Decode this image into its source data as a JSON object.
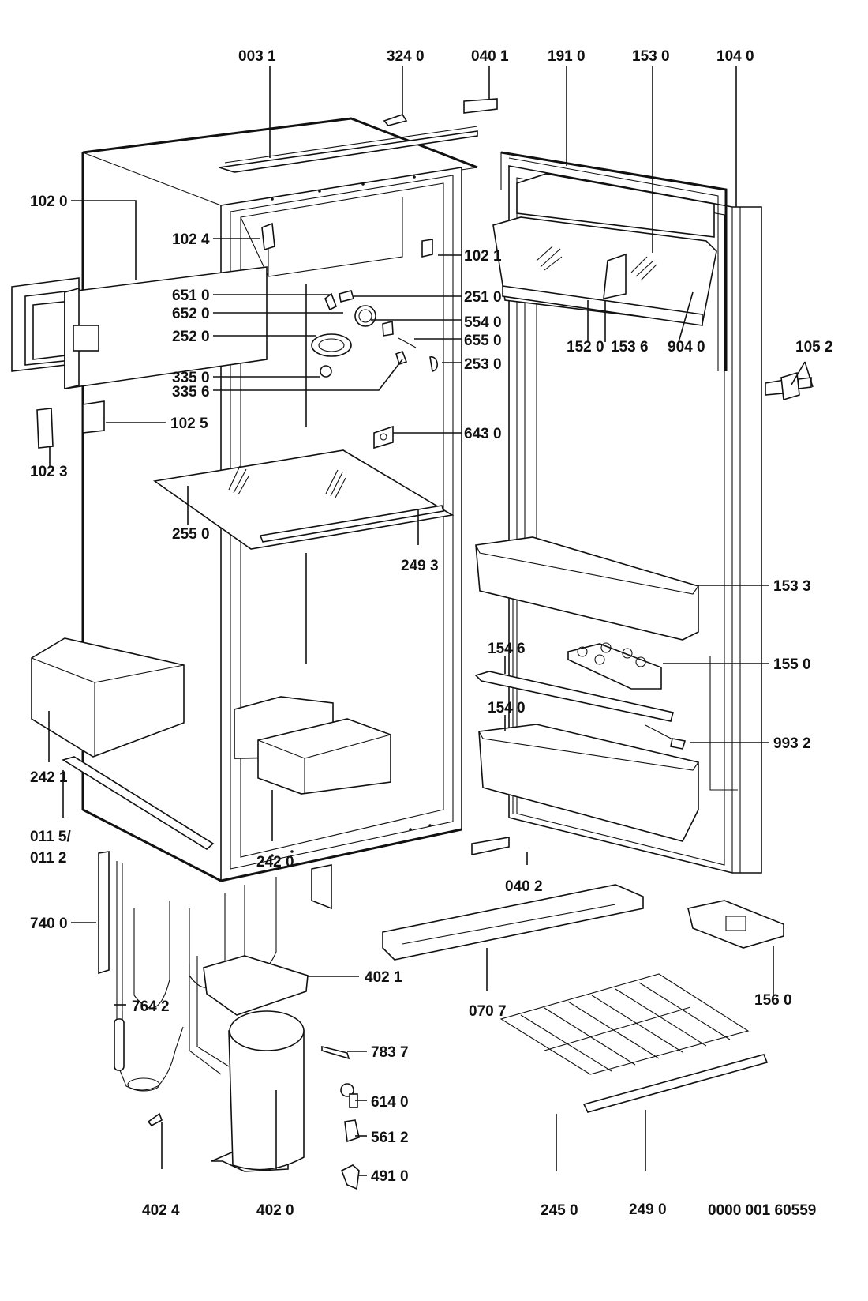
{
  "diagram": {
    "title": "Refrigerator exploded parts diagram",
    "drawing_number": "0000 001 60559",
    "parts": {
      "p0031": "003 1",
      "p3240": "324 0",
      "p0401": "040 1",
      "p1910": "191 0",
      "p1530": "153 0",
      "p1040": "104 0",
      "p1020": "102 0",
      "p1024": "102 4",
      "p1021": "102 1",
      "p6510": "651 0",
      "p6520": "652 0",
      "p2520": "252 0",
      "p3350": "335 0",
      "p3356": "335 6",
      "p2510": "251 0",
      "p5540": "554 0",
      "p6550": "655 0",
      "p2530": "253 0",
      "p1520": "152 0",
      "p1536": "153 6",
      "p9040": "904 0",
      "p1052": "105 2",
      "p1025": "102 5",
      "p1023": "102 3",
      "p6430": "643 0",
      "p2550": "255 0",
      "p2493": "249 3",
      "p1533": "153 3",
      "p1546": "154 6",
      "p1550": "155 0",
      "p1540": "154 0",
      "p9932": "993 2",
      "p2421": "242 1",
      "p2420": "242 0",
      "p0115": "011 5/",
      "p0112": "011 2",
      "p0402": "040 2",
      "p7400": "740 0",
      "p0707": "070 7",
      "p1560": "156 0",
      "p4021": "402 1",
      "p7642": "764 2",
      "p7837": "783 7",
      "p6140": "614 0",
      "p5612": "561 2",
      "p4910": "491 0",
      "p4024": "402 4",
      "p4020": "402 0",
      "p2450": "245 0",
      "p2490": "249 0"
    }
  }
}
